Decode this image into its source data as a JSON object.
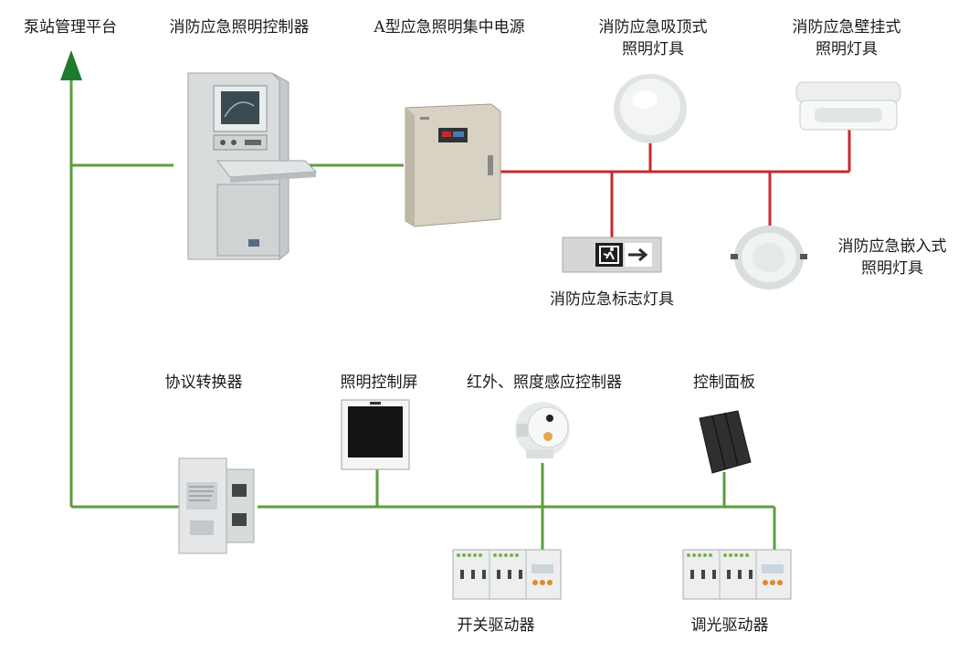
{
  "colors": {
    "green_line": "#5c9e3c",
    "red_line": "#c8282c",
    "arrow": "#1f7a2e"
  },
  "labels": {
    "pump_station_platform": "泵站管理平台",
    "emergency_lighting_controller": "消防应急照明控制器",
    "type_a_power_supply": "A型应急照明集中电源",
    "ceiling_fixture": [
      "消防应急吸顶式",
      "照明灯具"
    ],
    "wall_fixture": [
      "消防应急壁挂式",
      "照明灯具"
    ],
    "embedded_fixture": [
      "消防应急嵌入式",
      "照明灯具"
    ],
    "sign_fixture": "消防应急标志灯具",
    "protocol_converter": "协议转换器",
    "lighting_control_screen": "照明控制屏",
    "sensor_controller": "红外、照度感应控制器",
    "control_panel": "控制面板",
    "switch_driver": "开关驱动器",
    "dimming_driver": "调光驱动器"
  },
  "icons": {
    "arrow": "arrow-up-icon",
    "controller": "control-cabinet-icon",
    "power_supply": "power-box-icon",
    "ceiling_lamp": "ceiling-lamp-icon",
    "wall_lamp": "wall-lamp-icon",
    "embedded_lamp": "downlight-icon",
    "exit_sign": "exit-sign-icon",
    "converter": "din-rail-module-icon",
    "screen": "touch-screen-icon",
    "sensor": "sensor-icon",
    "panel": "switch-panel-icon",
    "driver": "din-rail-driver-icon"
  }
}
